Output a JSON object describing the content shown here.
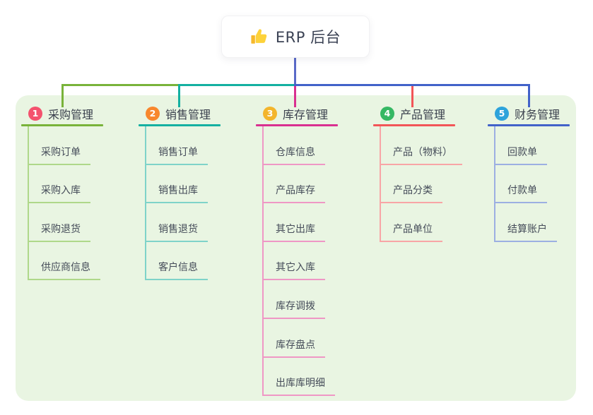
{
  "root": {
    "icon": "thumbs-up",
    "title": "ERP 后台"
  },
  "colors": {
    "panel": "#e9f5e2",
    "root_line": "#5a6ac8",
    "heading_text": "#3a404d",
    "item_text": "#454c59"
  },
  "branches": [
    {
      "badge": "1",
      "badge_color": "#f4526e",
      "label": "采购管理",
      "color": "#79b33a",
      "light_color": "#afd88a",
      "items": [
        "采购订单",
        "采购入库",
        "采购退货",
        "供应商信息"
      ]
    },
    {
      "badge": "2",
      "badge_color": "#f8872d",
      "label": "销售管理",
      "color": "#14b0a1",
      "light_color": "#7fd3c9",
      "items": [
        "销售订单",
        "销售出库",
        "销售退货",
        "客户信息"
      ]
    },
    {
      "badge": "3",
      "badge_color": "#f3b52c",
      "label": "库存管理",
      "color": "#d93090",
      "light_color": "#ef97c5",
      "items": [
        "仓库信息",
        "产品库存",
        "其它出库",
        "其它入库",
        "库存调拨",
        "库存盘点",
        "出库库明细"
      ]
    },
    {
      "badge": "4",
      "badge_color": "#35b863",
      "label": "产品管理",
      "color": "#f25558",
      "light_color": "#f8a5a6",
      "items": [
        "产品（物料）",
        "产品分类",
        "产品单位"
      ]
    },
    {
      "badge": "5",
      "badge_color": "#2da3db",
      "label": "财务管理",
      "color": "#4262c9",
      "light_color": "#9cafe2",
      "items": [
        "回款单",
        "付款单",
        "结算账户"
      ]
    }
  ]
}
